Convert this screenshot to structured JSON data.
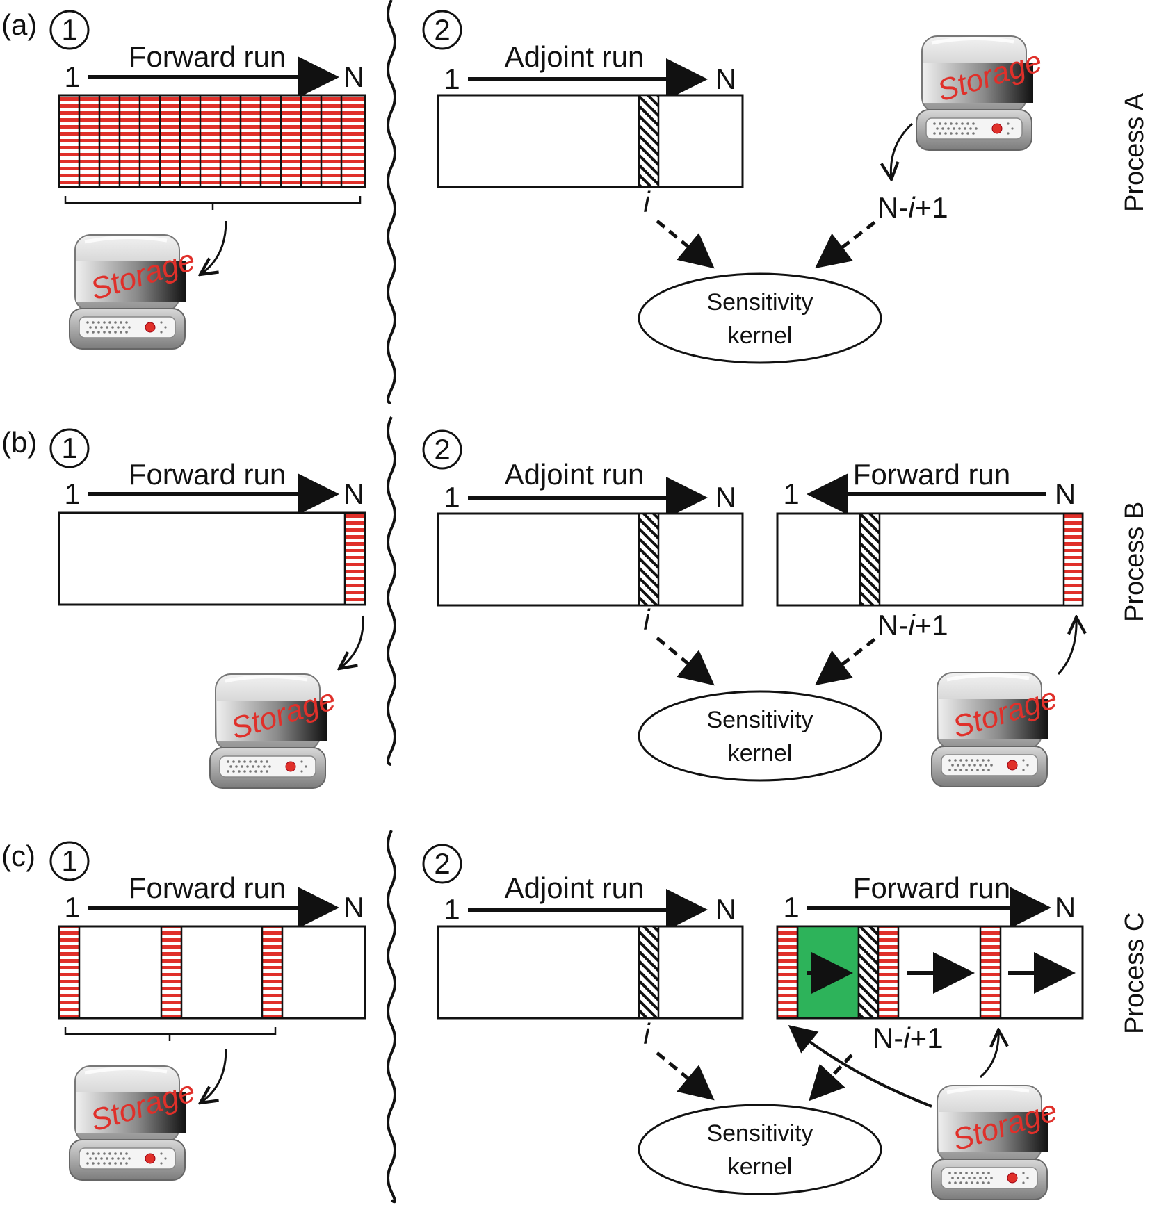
{
  "panels": [
    {
      "id": "a",
      "label": "(a)",
      "process": "Process A",
      "step1": {
        "num": "1",
        "run": "Forward run",
        "start": "1",
        "end": "N"
      },
      "step2": {
        "num": "2",
        "adjoint_run": "Adjoint run",
        "start": "1",
        "end": "N",
        "i": "i",
        "n_label": "N-",
        "n_i": "i",
        "n_plus": "+1",
        "kernel_l1": "Sensitivity",
        "kernel_l2": "kernel"
      }
    },
    {
      "id": "b",
      "label": "(b)",
      "process": "Process B",
      "step1": {
        "num": "1",
        "run": "Forward run",
        "start": "1",
        "end": "N"
      },
      "step2": {
        "num": "2",
        "adjoint_run": "Adjoint run",
        "start": "1",
        "end": "N",
        "fwd_run": "Forward run",
        "fwd_start": "1",
        "fwd_end": "N",
        "i": "i",
        "n_label": "N-",
        "n_i": "i",
        "n_plus": "+1",
        "kernel_l1": "Sensitivity",
        "kernel_l2": "kernel"
      }
    },
    {
      "id": "c",
      "label": "(c)",
      "process": "Process C",
      "step1": {
        "num": "1",
        "run": "Forward run",
        "start": "1",
        "end": "N"
      },
      "step2": {
        "num": "2",
        "adjoint_run": "Adjoint run",
        "start": "1",
        "end": "N",
        "fwd_run": "Forward run",
        "fwd_start": "1",
        "fwd_end": "N",
        "i": "i",
        "n_label": "N-",
        "n_i": "i",
        "n_plus": "+1",
        "kernel_l1": "Sensitivity",
        "kernel_l2": "kernel"
      }
    }
  ],
  "storage_label": "Storage",
  "colors": {
    "stripe_red": "#e0302a",
    "green_fill": "#2db35a",
    "line": "#111111"
  }
}
